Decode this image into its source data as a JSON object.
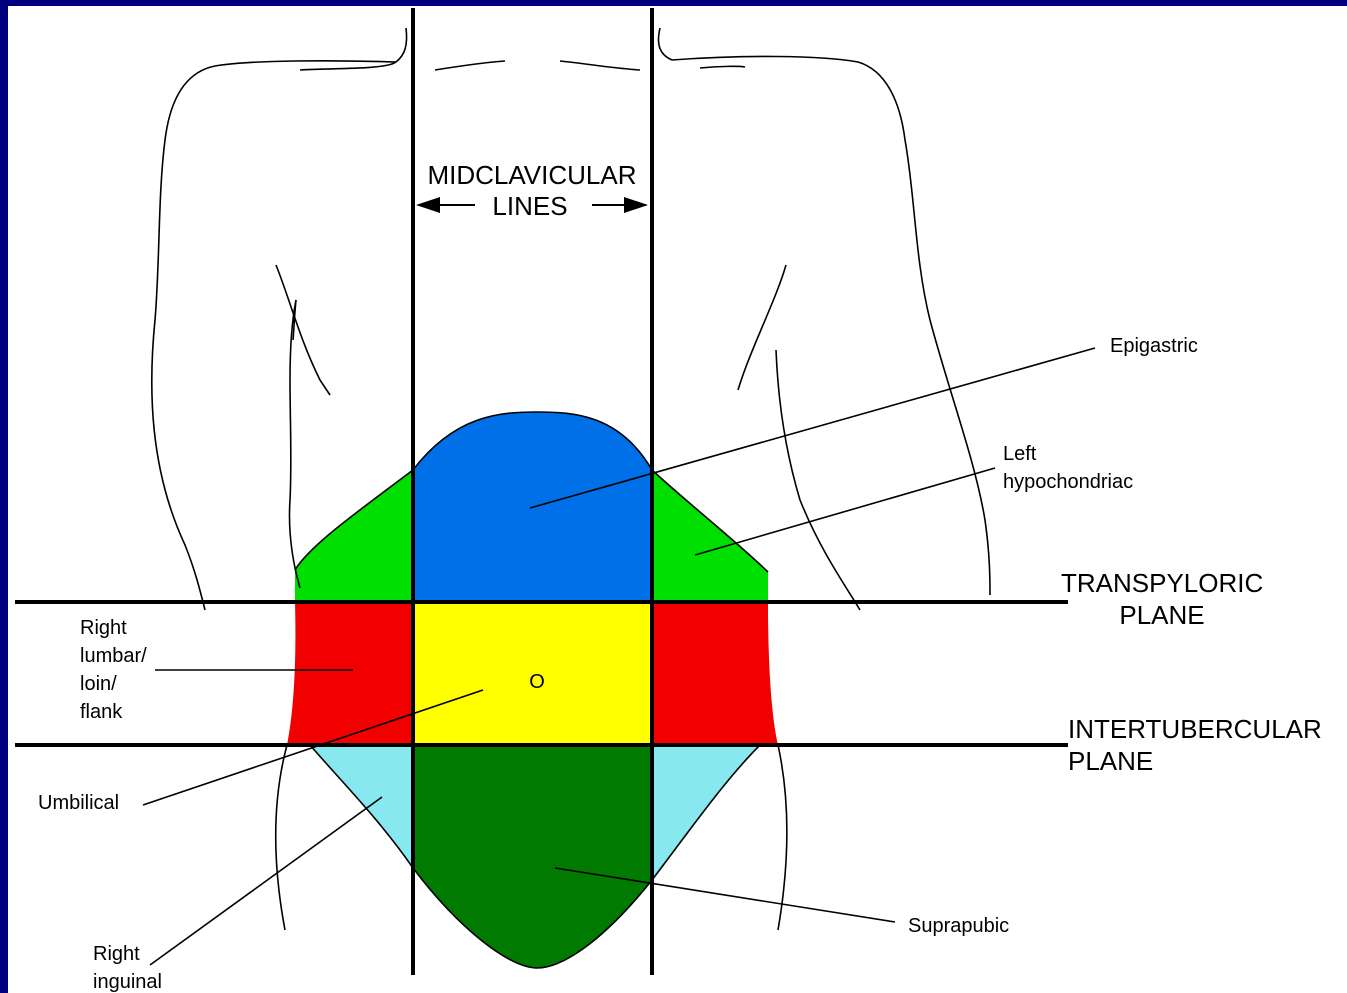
{
  "colors": {
    "frame": "#000080",
    "background": "#ffffff",
    "epigastric": "#0070e8",
    "hypochondriac": "#00e000",
    "lumbar": "#f20000",
    "umbilical": "#ffff00",
    "inguinal": "#88e8f0",
    "suprapubic": "#007a00"
  },
  "labels": {
    "midclavicular_line1": "MIDCLAVICULAR",
    "midclavicular_line2": "LINES",
    "epigastric": "Epigastric",
    "left_hypochondriac_line1": "Left",
    "left_hypochondriac_line2": "hypochondriac",
    "transpyloric_line1": "TRANSPYLORIC",
    "transpyloric_line2": "PLANE",
    "intertubercular_line1": "INTERTUBERCULAR",
    "intertubercular_line2": "PLANE",
    "right_lumbar_line1": "Right",
    "right_lumbar_line2": "lumbar/",
    "right_lumbar_line3": "loin/",
    "right_lumbar_line4": "flank",
    "umbilical": "Umbilical",
    "suprapubic": "Suprapubic",
    "right_inguinal_line1": "Right",
    "right_inguinal_line2": "inguinal",
    "navel_marker": "O"
  }
}
